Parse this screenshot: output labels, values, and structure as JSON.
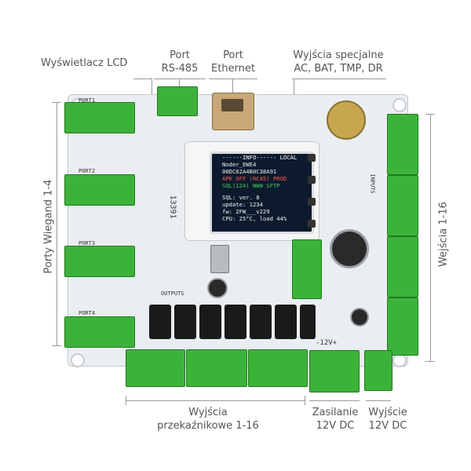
{
  "labels": {
    "lcd": "Wyświetlacz LCD",
    "rs485": [
      "Port",
      "RS-485"
    ],
    "ethernet": [
      "Port",
      "Ethernet"
    ],
    "special": [
      "Wyjścia specjalne",
      "AC, BAT, TMP, DR"
    ],
    "wiegand": "Porty Wiegand 1-4",
    "inputs": "Wejścia 1-16",
    "relays": [
      "Wyjścia",
      "przekaźnikowe 1-16"
    ],
    "power": [
      "Zasilanie",
      "12V DC"
    ],
    "output": [
      "Wyjście",
      "12V DC"
    ]
  },
  "lcd_screen": {
    "lines": [
      "------INFO------  LOCAL",
      "Noder_EWE4",
      "00DC62A4B0C38A91",
      "APK OFF (RC45)  PROD",
      "SQL(124) WWW  SFTP",
      "",
      "SQL: ver. 8",
      "update: 1234",
      "fw: 2FW___v229",
      "CPU: 25°C, load 44%"
    ]
  },
  "board_text": {
    "ports": [
      "PORT1",
      "PORT2",
      "PORT3",
      "PORT4"
    ],
    "power_mark": "-12V+",
    "inputs_mark": "INPUTS",
    "outputs_mark": "OUTPUTS",
    "sticker": "13391"
  }
}
